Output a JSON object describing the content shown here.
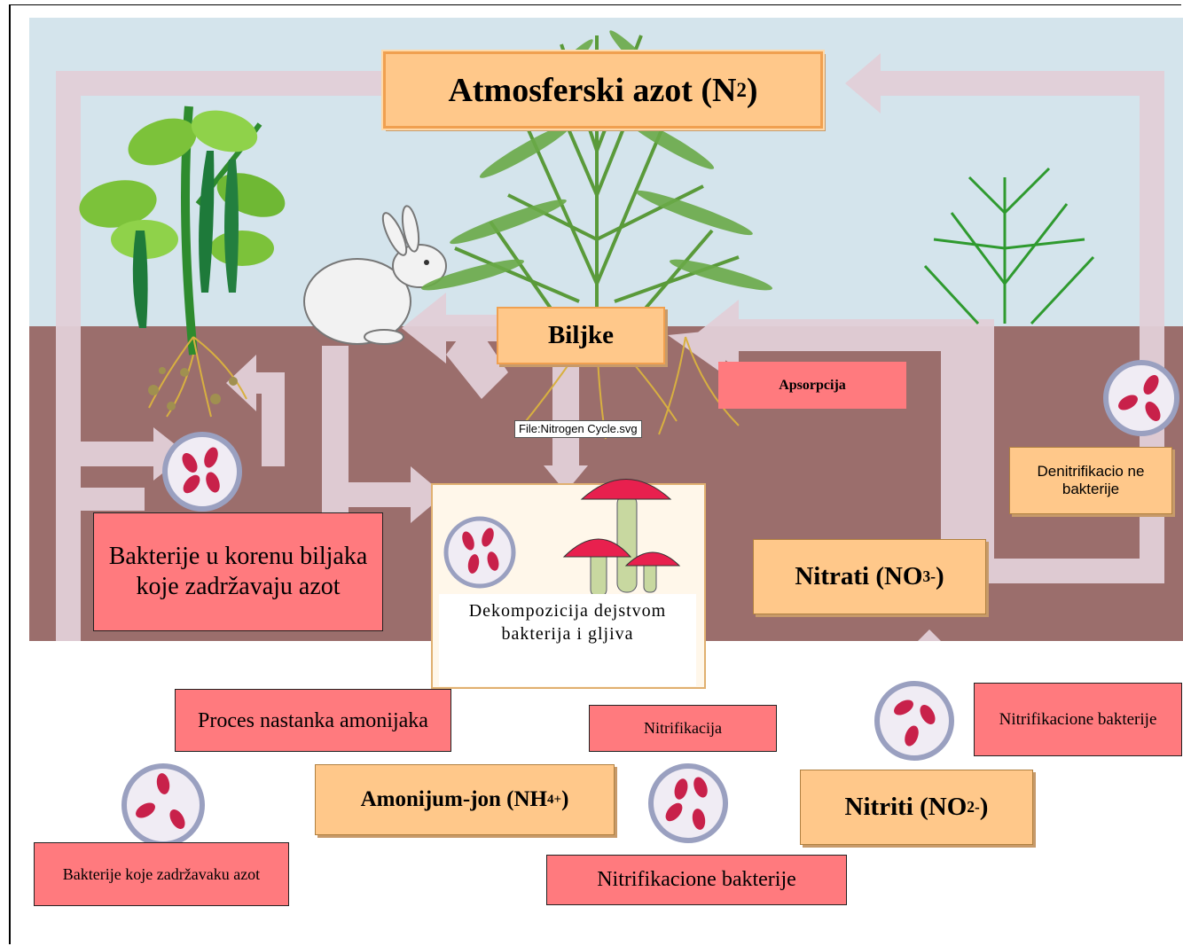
{
  "title": {
    "text": "Atmosferski azot (N",
    "sub": "2",
    "close": ")"
  },
  "nodes": {
    "biljke": "Biljke",
    "apsorpcija": "Apsorpcija",
    "denitrifikacione": "Denitrifikacio ne bakterije",
    "nitrati": {
      "text": "Nitrati (NO",
      "sub": "3",
      "sup": "-",
      "close": ")"
    },
    "bakterije_koren": "Bakterije u korenu biljaka koje zadržavaju azot",
    "dekompozicija": "Dekompozicija dejstvom bakterija i gljiva",
    "proces_amonijaka": "Proces nastanka amonijaka",
    "nitrifikacija": "Nitrifikacija",
    "nitrifikacione_desno": "Nitrifikacione bakterije",
    "amonijum": {
      "text": "Amonijum-jon (NH",
      "sub": "4",
      "sup": "+",
      "close": ")"
    },
    "nitriti": {
      "text": "Nitriti (NO",
      "sub": "2",
      "sup": "-",
      "close": ")"
    },
    "bakterije_azot": "Bakterije koje zadržavaku azot",
    "nitrifikacione_dole": "Nitrifikacione bakterije"
  },
  "file_label": "File:Nitrogen Cycle.svg",
  "colors": {
    "sky": "#d4e4ec",
    "soil": "#9b6e6c",
    "arrow": "#e2cfd8",
    "orange_box": "#ffc88a",
    "pink_box": "#ff7a7e",
    "bacteria": "#c8214a",
    "mushroom_cap": "#e8204e"
  },
  "icons": [
    "rabbit-icon",
    "bean-plant-icon",
    "grass-icon",
    "mushroom-icon",
    "bacteria-icon"
  ]
}
